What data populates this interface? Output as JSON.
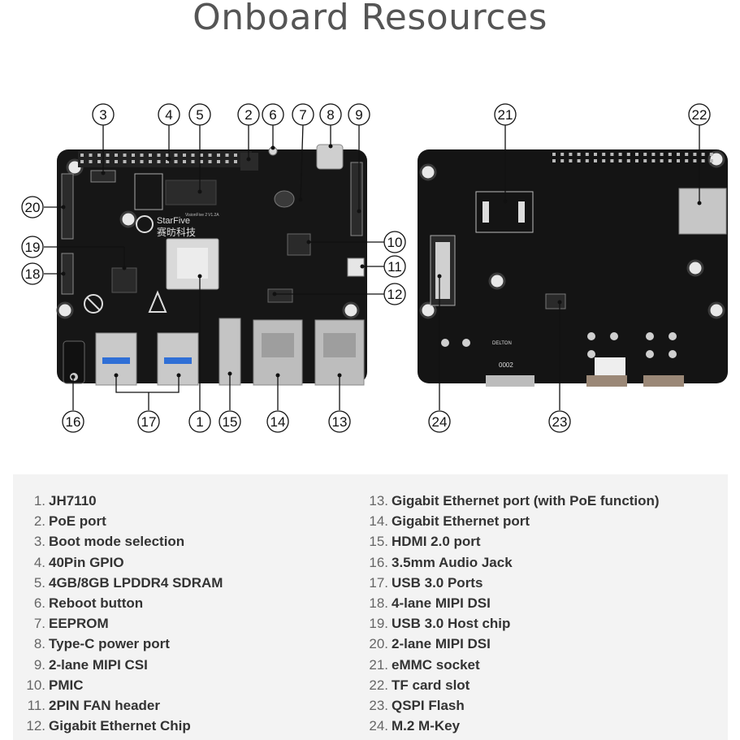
{
  "title": "Onboard Resources",
  "front_board": {
    "brand": "StarFive",
    "brand_cn": "赛昉科技",
    "model_text": "VisionFive 2",
    "version_text": "V1.2A"
  },
  "back_board": {
    "eth_text": "DELTON",
    "eth_text2": "0002"
  },
  "callouts": [
    {
      "num": "1"
    },
    {
      "num": "2"
    },
    {
      "num": "3"
    },
    {
      "num": "4"
    },
    {
      "num": "5"
    },
    {
      "num": "6"
    },
    {
      "num": "7"
    },
    {
      "num": "8"
    },
    {
      "num": "9"
    },
    {
      "num": "10"
    },
    {
      "num": "11"
    },
    {
      "num": "12"
    },
    {
      "num": "13"
    },
    {
      "num": "14"
    },
    {
      "num": "15"
    },
    {
      "num": "16"
    },
    {
      "num": "17"
    },
    {
      "num": "18"
    },
    {
      "num": "19"
    },
    {
      "num": "20"
    },
    {
      "num": "21"
    },
    {
      "num": "22"
    },
    {
      "num": "23"
    },
    {
      "num": "24"
    }
  ],
  "legend": [
    {
      "num": "1.",
      "label": "JH7110"
    },
    {
      "num": "2.",
      "label": "PoE port"
    },
    {
      "num": "3.",
      "label": "Boot mode selection"
    },
    {
      "num": "4.",
      "label": "40Pin GPIO"
    },
    {
      "num": "5.",
      "label": "4GB/8GB LPDDR4 SDRAM"
    },
    {
      "num": "6.",
      "label": "Reboot button"
    },
    {
      "num": "7.",
      "label": "EEPROM"
    },
    {
      "num": "8.",
      "label": "Type-C power port"
    },
    {
      "num": "9.",
      "label": "2-lane MIPI CSI"
    },
    {
      "num": "10.",
      "label": "PMIC"
    },
    {
      "num": "11.",
      "label": "2PIN FAN header"
    },
    {
      "num": "12.",
      "label": "Gigabit Ethernet Chip"
    },
    {
      "num": "13.",
      "label": "Gigabit Ethernet port (with PoE function)"
    },
    {
      "num": "14.",
      "label": "Gigabit Ethernet port"
    },
    {
      "num": "15.",
      "label": "HDMI 2.0 port"
    },
    {
      "num": "16.",
      "label": "3.5mm Audio Jack"
    },
    {
      "num": "17.",
      "label": "USB 3.0 Ports"
    },
    {
      "num": "18.",
      "label": "4-lane MIPI DSI"
    },
    {
      "num": "19.",
      "label": "USB 3.0 Host chip"
    },
    {
      "num": "20.",
      "label": "2-lane MIPI DSI"
    },
    {
      "num": "21.",
      "label": "eMMC socket"
    },
    {
      "num": "22.",
      "label": "TF card slot"
    },
    {
      "num": "23.",
      "label": "QSPI Flash"
    },
    {
      "num": "24.",
      "label": "M.2 M-Key"
    }
  ]
}
